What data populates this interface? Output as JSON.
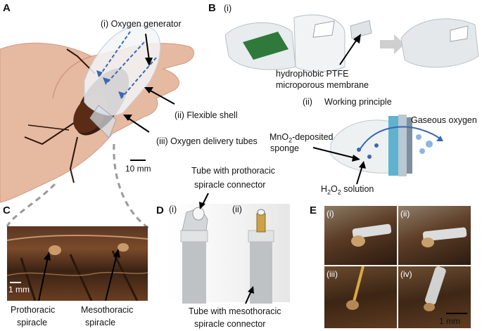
{
  "panels": {
    "A": {
      "label": "A",
      "oxygen_generator": "(i) Oxygen generator",
      "flexible_shell": "(ii) Flexible shell",
      "delivery_tubes": "(iii) Oxygen delivery tubes",
      "scale": "10 mm"
    },
    "B": {
      "label": "B",
      "sub_i": "(i)",
      "membrane_line1": "hydrophobic PTFE",
      "membrane_line2": "microporous membrane",
      "sub_ii": "(ii)",
      "working_principle": "Working principle",
      "gaseous_oxygen": "Gaseous oxygen",
      "mno2_a": "MnO",
      "mno2_sub": "2",
      "mno2_b": "-deposited",
      "sponge": "sponge",
      "h2o2_a": "H",
      "h2o2_sub1": "2",
      "h2o2_b": "O",
      "h2o2_sub2": "2",
      "h2o2_c": " solution"
    },
    "C": {
      "label": "C",
      "scale": "1 mm",
      "pro_line1": "Prothoracic",
      "pro_line2": "spiracle",
      "meso_line1": "Mesothoracic",
      "meso_line2": "spiracle"
    },
    "D": {
      "label": "D",
      "sub_i": "(i)",
      "sub_ii": "(ii)",
      "top_line1": "Tube with prothoracic",
      "top_line2": "spiracle connector",
      "bottom_line1": "Tube with mesothoracic",
      "bottom_line2": "spiracle connector"
    },
    "E": {
      "label": "E",
      "sub_i": "(i)",
      "sub_ii": "(ii)",
      "sub_iii": "(iii)",
      "sub_iv": "(iv)",
      "scale": "1 mm"
    }
  },
  "colors": {
    "arrow_blue": "#3b67b5",
    "sponge_green": "#2f7a3a",
    "photo_brown": "#4a2e1c",
    "tube_gray": "#c8cacc"
  }
}
